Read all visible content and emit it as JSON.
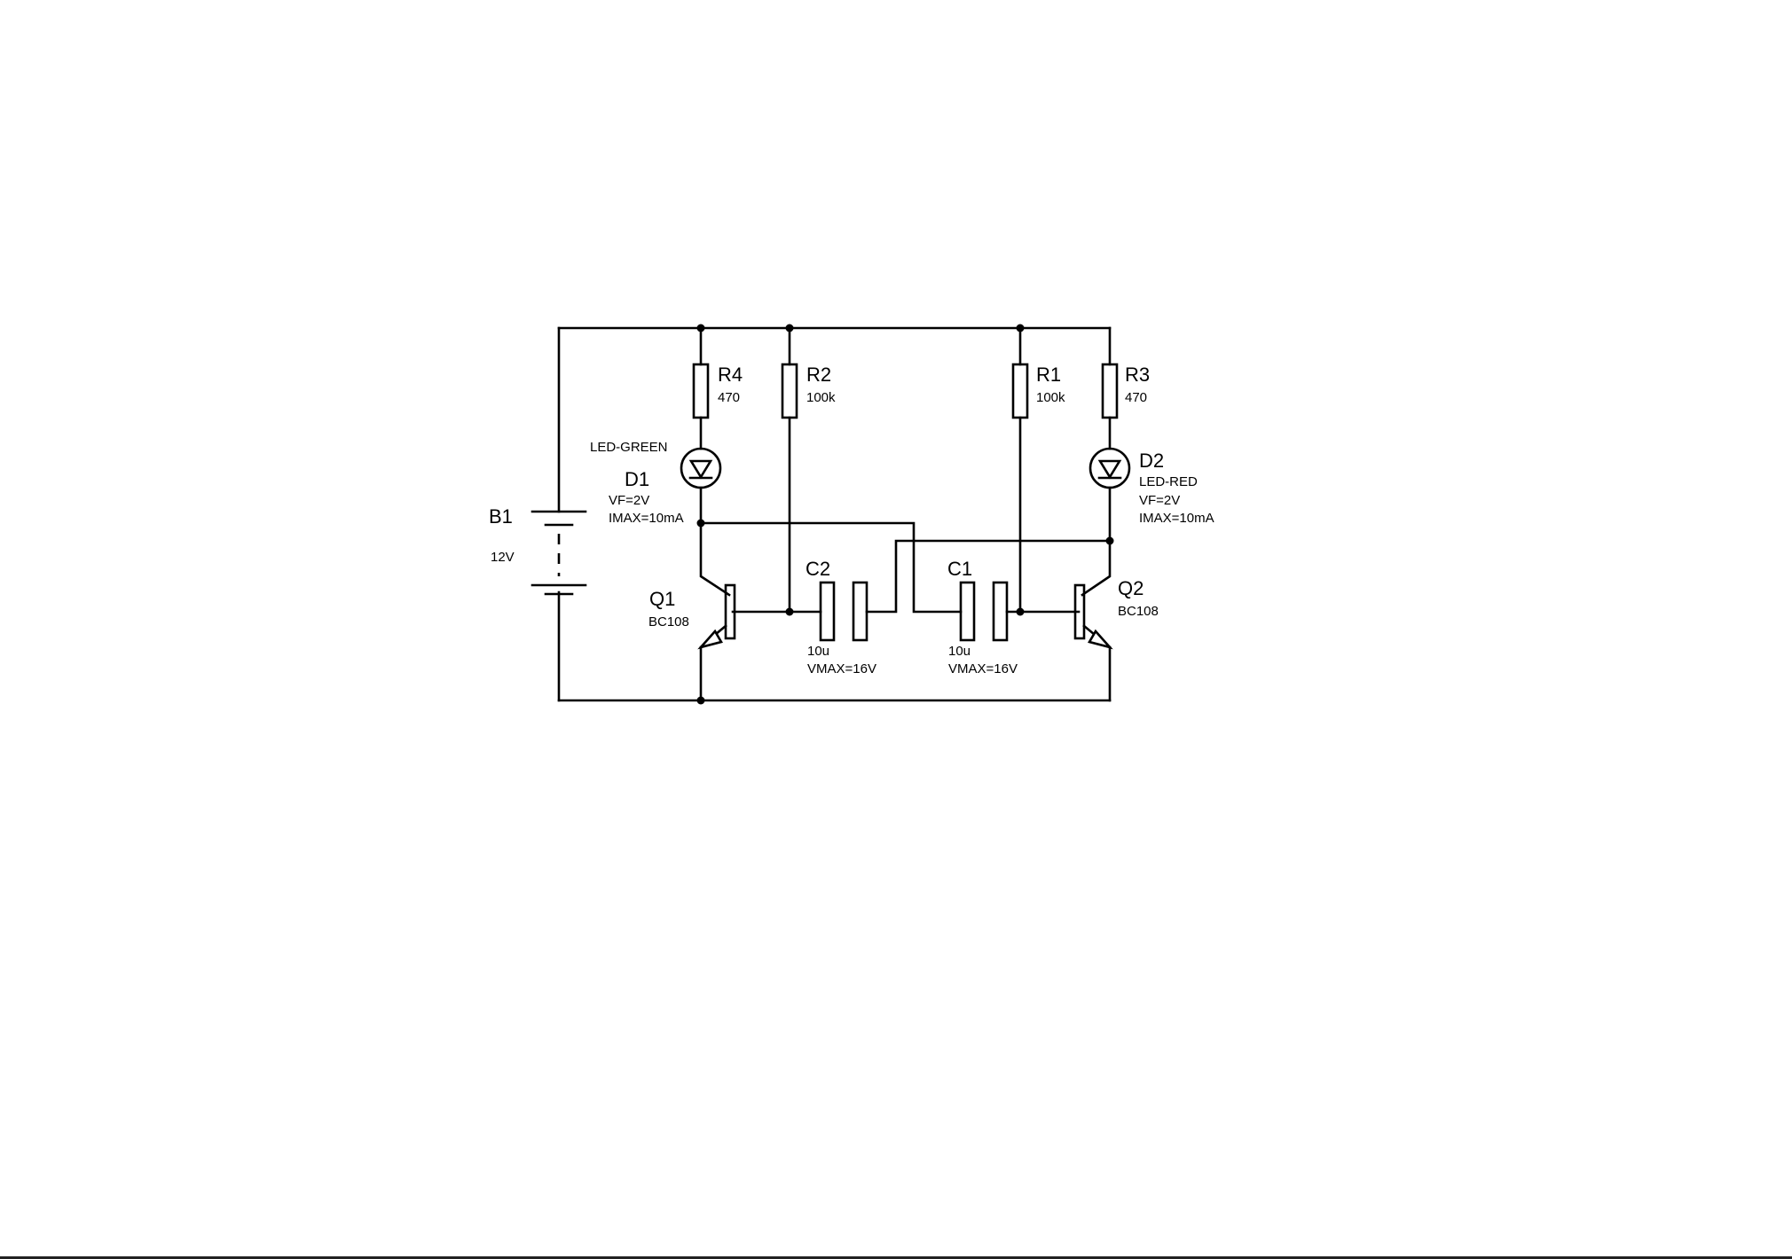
{
  "components": {
    "B1": {
      "ref": "B1",
      "value": "12V"
    },
    "R4": {
      "ref": "R4",
      "value": "470"
    },
    "R2": {
      "ref": "R2",
      "value": "100k"
    },
    "R1": {
      "ref": "R1",
      "value": "100k"
    },
    "R3": {
      "ref": "R3",
      "value": "470"
    },
    "D1": {
      "ref": "D1",
      "type": "LED-GREEN",
      "vf": "VF=2V",
      "imax": "IMAX=10mA"
    },
    "D2": {
      "ref": "D2",
      "type": "LED-RED",
      "vf": "VF=2V",
      "imax": "IMAX=10mA"
    },
    "Q1": {
      "ref": "Q1",
      "model": "BC108"
    },
    "Q2": {
      "ref": "Q2",
      "model": "BC108"
    },
    "C2": {
      "ref": "C2",
      "value": "10u",
      "vmax": "VMAX=16V"
    },
    "C1": {
      "ref": "C1",
      "value": "10u",
      "vmax": "VMAX=16V"
    }
  }
}
